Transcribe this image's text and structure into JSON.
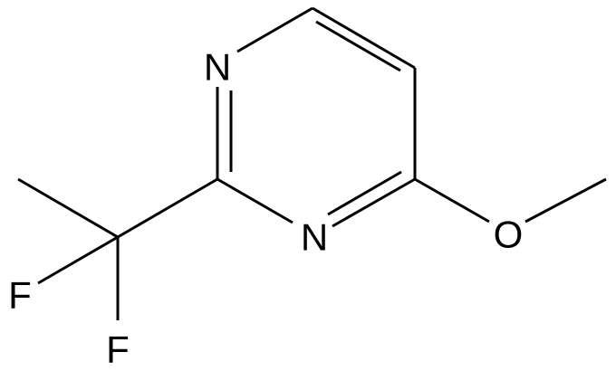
{
  "structure": {
    "atoms": {
      "n1": "N",
      "n3": "N",
      "o": "O",
      "f1": "F",
      "f2": "F"
    }
  }
}
